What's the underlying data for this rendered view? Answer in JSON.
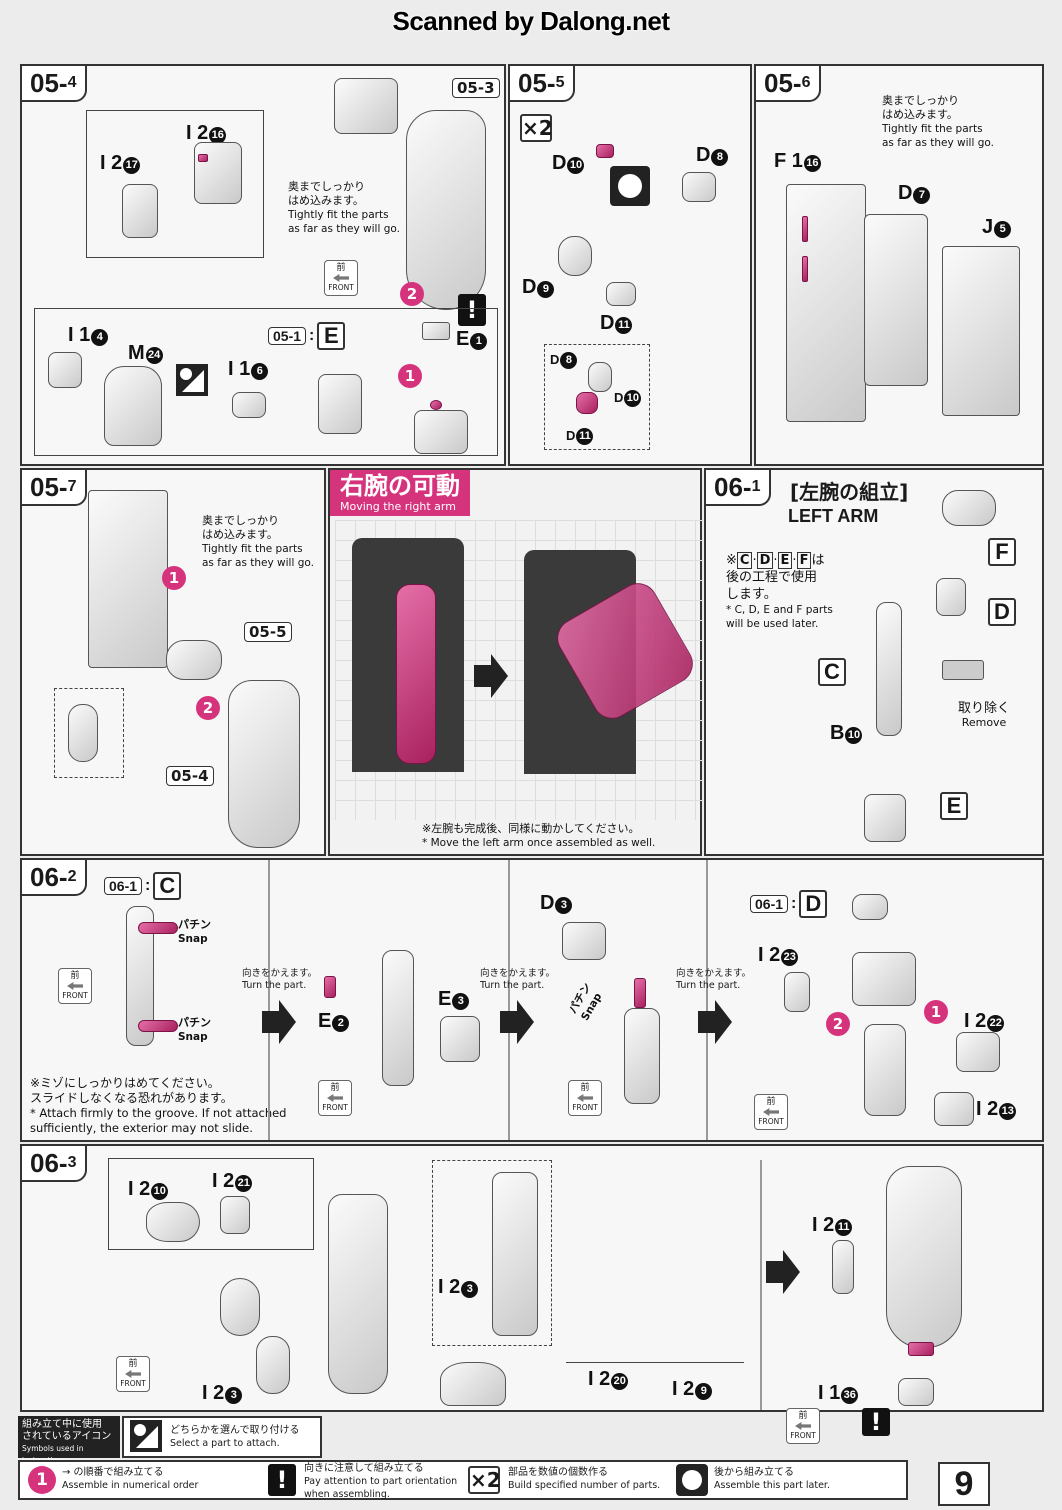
{
  "banner": "Scanned by Dalong.net",
  "common": {
    "tight_jp_1": "奥までしっかり",
    "tight_jp_2": "はめ込みます。",
    "tight_en_1": "Tightly fit the parts",
    "tight_en_2": "as far as they will go.",
    "front_jp": "前",
    "front_en": "FRONT",
    "turn_jp": "向きをかえます。",
    "turn_en": "Turn the part.",
    "snap_jp": "パチン",
    "snap_en": "Snap"
  },
  "s054": {
    "step": "05",
    "sub": "4",
    "ref": "05-3",
    "l1": "I 2",
    "n1": "16",
    "l2": "I 2",
    "n2": "17",
    "l3": "E",
    "n3": "1",
    "l4": "I 1",
    "n4": "4",
    "l5": "M",
    "n5": "24",
    "l6": "I 1",
    "n6": "6",
    "box_small": "05-1",
    "box_big": "E",
    "b1": "1",
    "b2": "2",
    "excl": "!"
  },
  "s055": {
    "step": "05",
    "sub": "5",
    "mult": "×2",
    "l1": "D",
    "n1": "10",
    "l2": "D",
    "n2": "8",
    "l3": "D",
    "n3": "9",
    "l4": "D",
    "n4": "11",
    "inset": [
      {
        "l": "D",
        "n": "8"
      },
      {
        "l": "D",
        "n": "10"
      },
      {
        "l": "D",
        "n": "11"
      }
    ]
  },
  "s056": {
    "step": "05",
    "sub": "6",
    "l1": "F 1",
    "n1": "16",
    "l2": "D",
    "n2": "7",
    "l3": "J",
    "n3": "5"
  },
  "s057": {
    "step": "05",
    "sub": "7",
    "ref1": "05-5",
    "ref2": "05-4",
    "b1": "1",
    "b2": "2"
  },
  "move": {
    "title": "右腕の可動",
    "subtitle": "Moving the right arm",
    "note_jp": "※左腕も完成後、同様に動かしてください。",
    "note_en": "* Move the left arm once assembled as well."
  },
  "s061": {
    "step": "06",
    "sub": "1",
    "title_jp": "[左腕の組立]",
    "title_en": "LEFT ARM",
    "later_jp_1": "※",
    "later_letters": [
      "C",
      "D",
      "E",
      "F"
    ],
    "later_jp_2": "は",
    "later_jp_3": "後の工程で使用",
    "later_jp_4": "します。",
    "later_en_1": "* C, D, E and F parts",
    "later_en_2": "will be used later.",
    "remove_jp": "取り除く",
    "remove_en": "Remove",
    "boxes": [
      "F",
      "D",
      "C",
      "E"
    ],
    "l1": "B",
    "n1": "10"
  },
  "s062": {
    "step": "06",
    "sub": "2",
    "box_small": "06-1",
    "box_big": "C",
    "warn_jp_1": "※ミゾにしっかりはめてください。",
    "warn_jp_2": "スライドしなくなる恐れがあります。",
    "warn_en_1": "* Attach firmly to the groove. If not attached",
    "warn_en_2": "sufficiently, the exterior may not slide.",
    "l1": "E",
    "n1": "2",
    "l2": "E",
    "n2": "3",
    "l3": "D",
    "n3": "3",
    "box2_small": "06-1",
    "box2_big": "D",
    "l4": "I 2",
    "n4": "23",
    "l5": "I 2",
    "n5": "22",
    "l6": "I 2",
    "n6": "13",
    "b1": "1",
    "b2": "2"
  },
  "s063": {
    "step": "06",
    "sub": "3",
    "l1": "I 2",
    "n1": "10",
    "l2": "I 2",
    "n2": "21",
    "l3": "I 2",
    "n3": "3",
    "l4": "I 2",
    "n4": "3",
    "l5": "I 2",
    "n5": "20",
    "l6": "I 2",
    "n6": "9",
    "l7": "I 2",
    "n7": "11",
    "l8": "I 1",
    "n8": "36",
    "excl": "!"
  },
  "legend": {
    "title_jp_1": "組み立て中に使用",
    "title_jp_2": "されているアイコン",
    "title_en": "Symbols used in instructions",
    "select_jp": "どちらかを選んで取り付ける",
    "select_en": "Select a part to attach.",
    "order_badge": "1",
    "order_jp": "→ の順番で組み立てる",
    "order_en": "Assemble in numerical order",
    "excl": "!",
    "attn_jp": "向きに注意して組み立てる",
    "attn_en_1": "Pay attention to part orientation",
    "attn_en_2": "when assembling.",
    "mult": "×2",
    "mult_jp": "部品を数値の個数作る",
    "mult_en": "Build specified number of parts.",
    "back_jp": "後から組み立てる",
    "back_en": "Assemble this part later."
  },
  "page": "9"
}
